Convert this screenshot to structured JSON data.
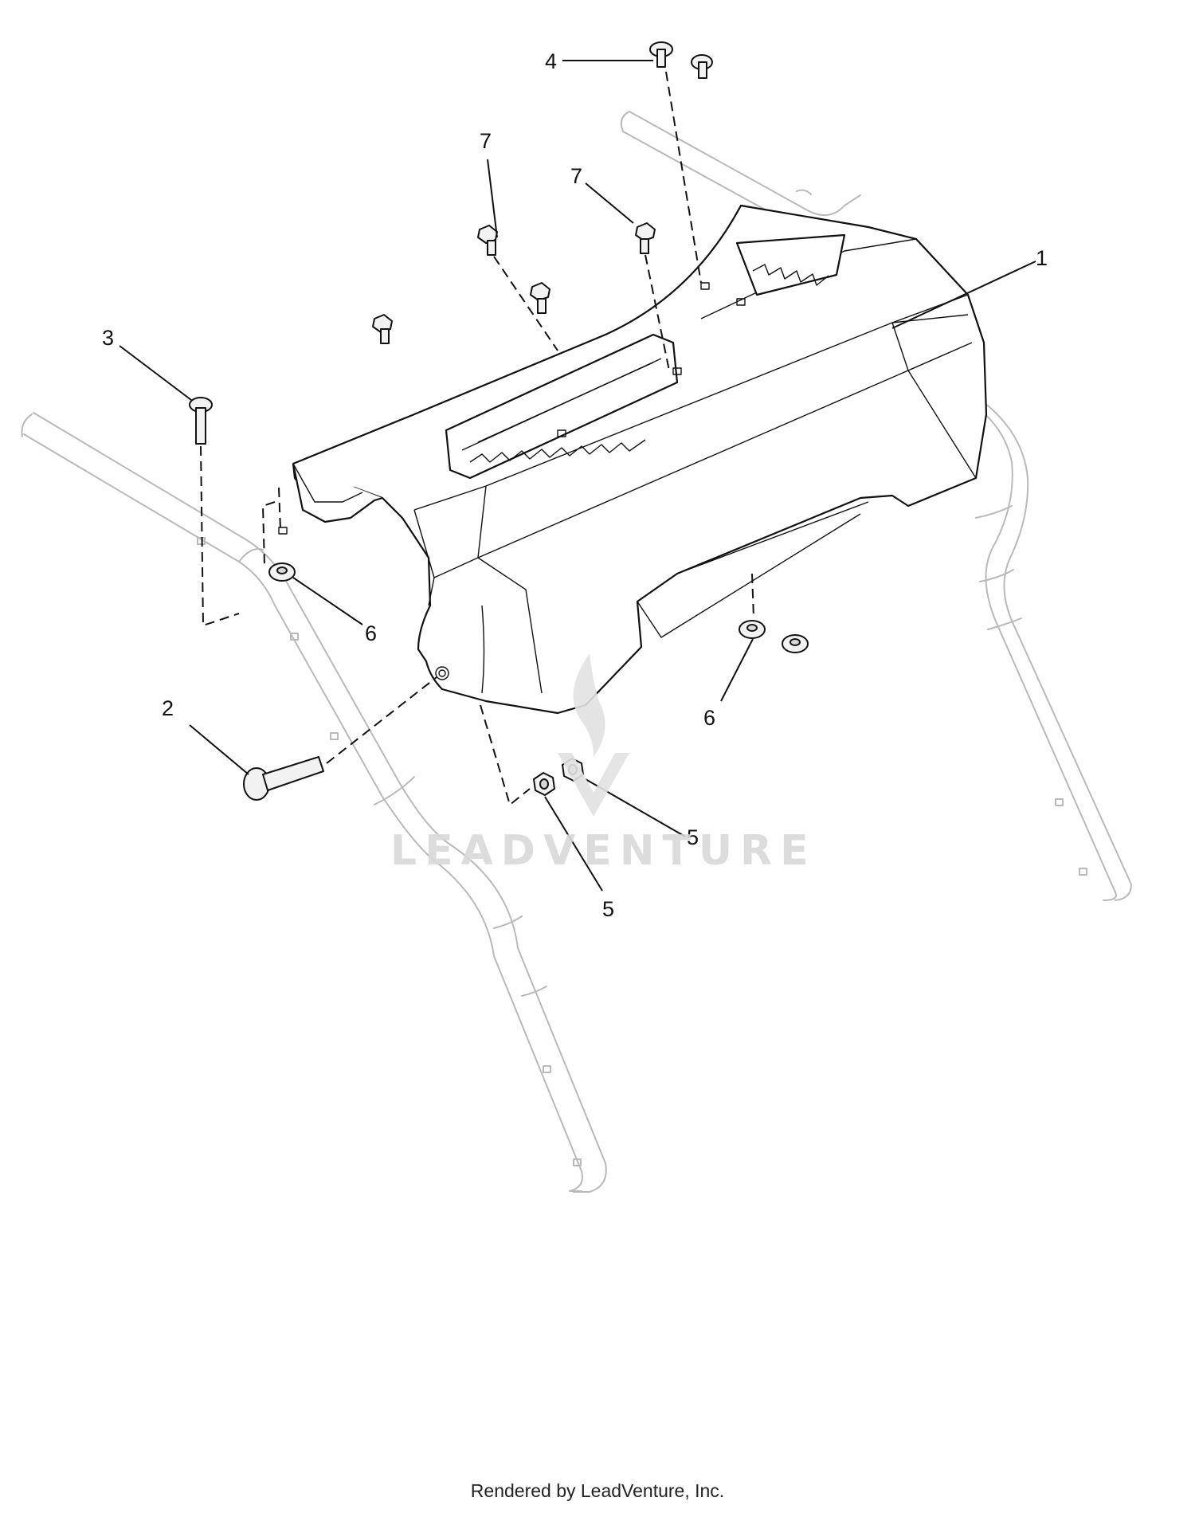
{
  "callouts": [
    {
      "label": "1"
    },
    {
      "label": "2"
    },
    {
      "label": "3"
    },
    {
      "label": "4"
    },
    {
      "label": "5"
    },
    {
      "label": "5"
    },
    {
      "label": "6"
    },
    {
      "label": "6"
    },
    {
      "label": "7"
    },
    {
      "label": "7"
    }
  ],
  "watermark": {
    "text": "LEADVENTURE"
  },
  "footer": {
    "text": "Rendered by LeadVenture, Inc."
  }
}
